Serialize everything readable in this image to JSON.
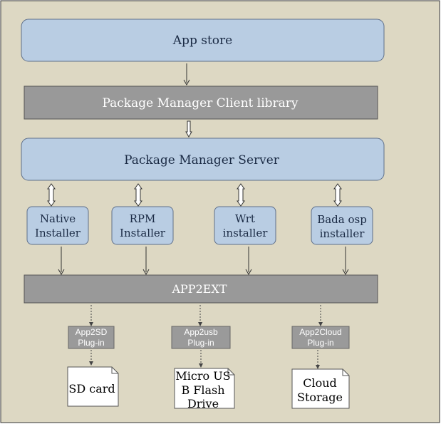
{
  "app_store": {
    "label": "App store"
  },
  "client_library": {
    "label": "Package Manager Client library"
  },
  "server": {
    "label": "Package Manager Server"
  },
  "installers": [
    {
      "line1": "Native",
      "line2": "Installer"
    },
    {
      "line1": "RPM",
      "line2": "Installer"
    },
    {
      "line1": "Wrt",
      "line2": "installer"
    },
    {
      "line1": "Bada osp",
      "line2": "installer"
    }
  ],
  "app2ext": {
    "label": "APP2EXT"
  },
  "plugins": [
    {
      "line1": "App2SD",
      "line2": "Plug-in"
    },
    {
      "line1": "App2usb",
      "line2": "Plug-in"
    },
    {
      "line1": "App2Cloud",
      "line2": "Plug-in"
    }
  ],
  "storage": [
    {
      "lines": [
        "SD card"
      ]
    },
    {
      "lines": [
        "Micro US",
        "B Flash",
        "Drive"
      ]
    },
    {
      "lines": [
        "Cloud",
        "Storage"
      ]
    }
  ],
  "colors": {
    "background": "#ddd8c3",
    "blue_box": "#b9cde3",
    "gray_bar": "#999999"
  }
}
